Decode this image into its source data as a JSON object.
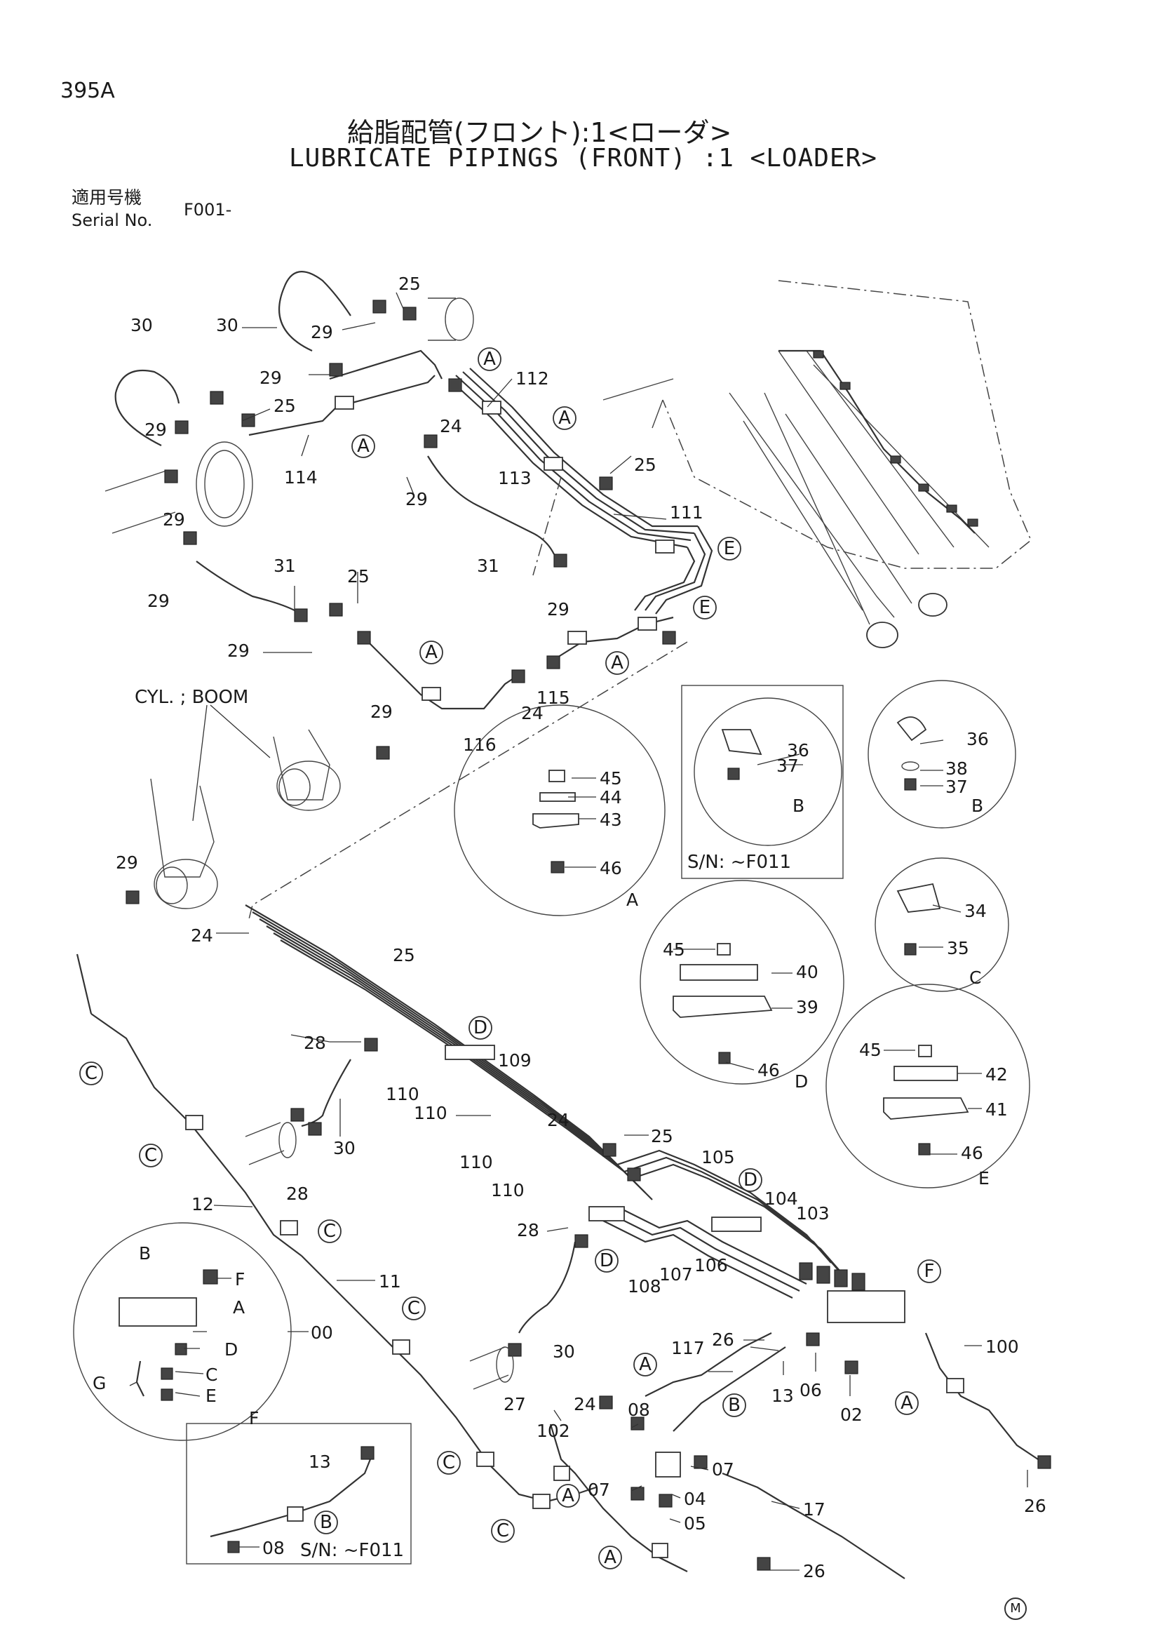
{
  "header": {
    "page_code": "395A",
    "title_jp": "給脂配管(フロント):1<ローダ>",
    "title_en": "LUBRICATE PIPINGS (FRONT) :1 <LOADER>",
    "serial_label_jp": "適用号機",
    "serial_label_en": "Serial No.",
    "serial_value": "F001-"
  },
  "annotations": {
    "cyl_boom": "CYL. ; BOOM",
    "sn_note": "S/N: ~F011",
    "corner_mark": "M"
  },
  "part_labels": [
    {
      "id": "p30a",
      "text": "30"
    },
    {
      "id": "p30b",
      "text": "30"
    },
    {
      "id": "p25a",
      "text": "25"
    },
    {
      "id": "p29a",
      "text": "29"
    },
    {
      "id": "p29b",
      "text": "29"
    },
    {
      "id": "p25b",
      "text": "25"
    },
    {
      "id": "p29c",
      "text": "29"
    },
    {
      "id": "p114",
      "text": "114"
    },
    {
      "id": "p112",
      "text": "112"
    },
    {
      "id": "p24a",
      "text": "24"
    },
    {
      "id": "p113",
      "text": "113"
    },
    {
      "id": "p25c",
      "text": "25"
    },
    {
      "id": "p111",
      "text": "111"
    },
    {
      "id": "p29d",
      "text": "29"
    },
    {
      "id": "p31a",
      "text": "31"
    },
    {
      "id": "p29e",
      "text": "29"
    },
    {
      "id": "p29f",
      "text": "29"
    },
    {
      "id": "p31b",
      "text": "31"
    },
    {
      "id": "p25d",
      "text": "25"
    },
    {
      "id": "p29g",
      "text": "29"
    },
    {
      "id": "p29h",
      "text": "29"
    },
    {
      "id": "p24b",
      "text": "24"
    },
    {
      "id": "p115",
      "text": "115"
    },
    {
      "id": "p116",
      "text": "116"
    },
    {
      "id": "p29i",
      "text": "29"
    },
    {
      "id": "p29j",
      "text": "29"
    },
    {
      "id": "p24c",
      "text": "24"
    },
    {
      "id": "p25e",
      "text": "25"
    },
    {
      "id": "p28a",
      "text": "28"
    },
    {
      "id": "p109",
      "text": "109"
    },
    {
      "id": "p110a",
      "text": "110"
    },
    {
      "id": "p110b",
      "text": "110"
    },
    {
      "id": "p110c",
      "text": "110"
    },
    {
      "id": "p110d",
      "text": "110"
    },
    {
      "id": "p30c",
      "text": "30"
    },
    {
      "id": "p28b",
      "text": "28"
    },
    {
      "id": "p24d",
      "text": "24"
    },
    {
      "id": "p25f",
      "text": "25"
    },
    {
      "id": "p105",
      "text": "105"
    },
    {
      "id": "p104",
      "text": "104"
    },
    {
      "id": "p103",
      "text": "103"
    },
    {
      "id": "p28c",
      "text": "28"
    },
    {
      "id": "p108",
      "text": "108"
    },
    {
      "id": "p107",
      "text": "107"
    },
    {
      "id": "p106",
      "text": "106"
    },
    {
      "id": "p12",
      "text": "12"
    },
    {
      "id": "p11",
      "text": "11"
    },
    {
      "id": "p26a",
      "text": "26"
    },
    {
      "id": "p30d",
      "text": "30"
    },
    {
      "id": "p27",
      "text": "27"
    },
    {
      "id": "p117",
      "text": "117"
    },
    {
      "id": "p13a",
      "text": "13"
    },
    {
      "id": "p06",
      "text": "06"
    },
    {
      "id": "p02",
      "text": "02"
    },
    {
      "id": "p100",
      "text": "100"
    },
    {
      "id": "p26b",
      "text": "26"
    },
    {
      "id": "p24e",
      "text": "24"
    },
    {
      "id": "p102",
      "text": "102"
    },
    {
      "id": "p08a",
      "text": "08"
    },
    {
      "id": "p07a",
      "text": "07"
    },
    {
      "id": "p07b",
      "text": "07"
    },
    {
      "id": "p04",
      "text": "04"
    },
    {
      "id": "p05",
      "text": "05"
    },
    {
      "id": "p17",
      "text": "17"
    },
    {
      "id": "p26c",
      "text": "26"
    },
    {
      "id": "p13b",
      "text": "13"
    },
    {
      "id": "p08b",
      "text": "08"
    },
    {
      "id": "p00",
      "text": "00"
    },
    {
      "id": "pF1",
      "text": "F"
    },
    {
      "id": "pA1",
      "text": "A"
    },
    {
      "id": "pD1",
      "text": "D"
    },
    {
      "id": "pC1",
      "text": "C"
    },
    {
      "id": "pE1",
      "text": "E"
    },
    {
      "id": "pB1",
      "text": "B"
    },
    {
      "id": "pG1",
      "text": "G"
    },
    {
      "id": "pFcap",
      "text": "F"
    },
    {
      "id": "p45a",
      "text": "45"
    },
    {
      "id": "p44",
      "text": "44"
    },
    {
      "id": "p43",
      "text": "43"
    },
    {
      "id": "p46a",
      "text": "46"
    },
    {
      "id": "pAcap",
      "text": "A"
    },
    {
      "id": "p36a",
      "text": "36"
    },
    {
      "id": "p37a",
      "text": "37"
    },
    {
      "id": "pBcap1",
      "text": "B"
    },
    {
      "id": "p36b",
      "text": "36"
    },
    {
      "id": "p38",
      "text": "38"
    },
    {
      "id": "p37b",
      "text": "37"
    },
    {
      "id": "pBcap2",
      "text": "B"
    },
    {
      "id": "p34",
      "text": "34"
    },
    {
      "id": "p35",
      "text": "35"
    },
    {
      "id": "pCcap",
      "text": "C"
    },
    {
      "id": "p45b",
      "text": "45"
    },
    {
      "id": "p40",
      "text": "40"
    },
    {
      "id": "p39",
      "text": "39"
    },
    {
      "id": "p46b",
      "text": "46"
    },
    {
      "id": "pDcap",
      "text": "D"
    },
    {
      "id": "p45c",
      "text": "45"
    },
    {
      "id": "p42",
      "text": "42"
    },
    {
      "id": "p41",
      "text": "41"
    },
    {
      "id": "p46c",
      "text": "46"
    },
    {
      "id": "pEcap",
      "text": "E"
    }
  ],
  "callouts": [
    {
      "id": "cA1",
      "text": "A"
    },
    {
      "id": "cA2",
      "text": "A"
    },
    {
      "id": "cA3",
      "text": "A"
    },
    {
      "id": "cE1",
      "text": "E"
    },
    {
      "id": "cE2",
      "text": "E"
    },
    {
      "id": "cA4",
      "text": "A"
    },
    {
      "id": "cA5",
      "text": "A"
    },
    {
      "id": "cD1",
      "text": "D"
    },
    {
      "id": "cC1",
      "text": "C"
    },
    {
      "id": "cC2",
      "text": "C"
    },
    {
      "id": "cC3",
      "text": "C"
    },
    {
      "id": "cD2",
      "text": "D"
    },
    {
      "id": "cD3",
      "text": "D"
    },
    {
      "id": "cF1",
      "text": "F"
    },
    {
      "id": "cC4",
      "text": "C"
    },
    {
      "id": "cA6",
      "text": "A"
    },
    {
      "id": "cB1",
      "text": "B"
    },
    {
      "id": "cA7",
      "text": "A"
    },
    {
      "id": "cA8",
      "text": "A"
    },
    {
      "id": "cC5",
      "text": "C"
    },
    {
      "id": "cC6",
      "text": "C"
    },
    {
      "id": "cA9",
      "text": "A"
    },
    {
      "id": "cB2",
      "text": "B"
    }
  ]
}
